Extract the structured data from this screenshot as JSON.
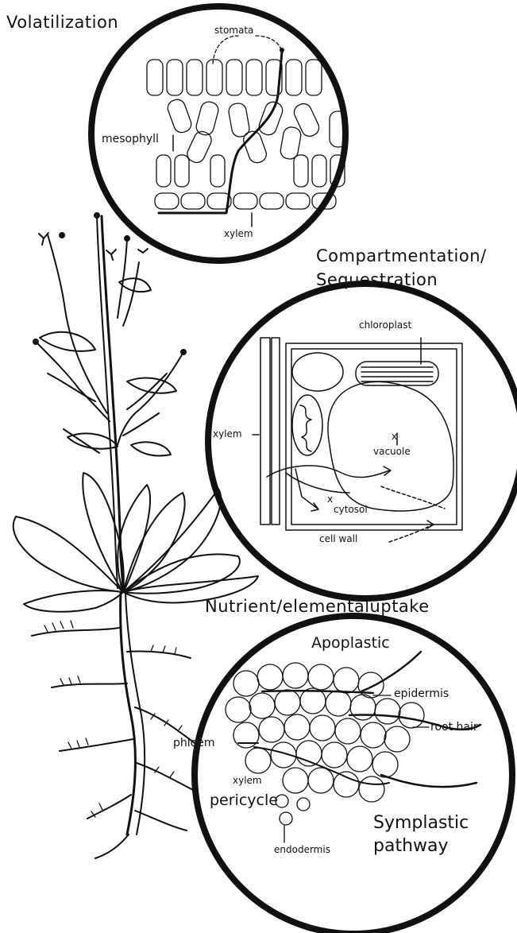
{
  "sections": {
    "volatilization": "Volatilization",
    "compartmentation_line1": "Compartmentation/",
    "compartmentation_line2": "Sequestration",
    "nutrient": "Nutrient/elementaluptake"
  },
  "leaf_inset": {
    "stomata": "stomata",
    "mesophyll": "mesophyll",
    "xylem": "xylem"
  },
  "cell_inset": {
    "chloroplast": "chloroplast",
    "xylem": "xylem",
    "vacuole": "vacuole",
    "x_vacuole": "x",
    "cytosol": "cytosol",
    "x_cytosol": "x",
    "cell_wall": "cell wall"
  },
  "root_inset": {
    "apoplastic": "Apoplastic",
    "epidermis": "epidermis",
    "root_hair": "root hair",
    "phloem": "phloem",
    "xylem": "xylem",
    "pericycle": "pericycle",
    "endodermis": "endodermis",
    "symplastic_line1": "Symplastic",
    "symplastic_line2": "pathway"
  },
  "colors": {
    "ink": "#111111",
    "background": "#ffffff"
  }
}
